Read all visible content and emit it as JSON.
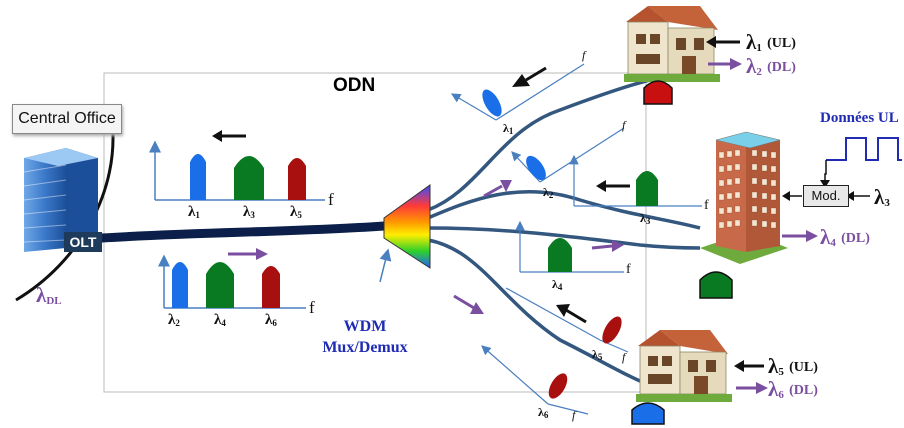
{
  "central_office": {
    "label": "Central Office",
    "olt_label": "OLT",
    "dl_lambda": "λ",
    "dl_sub": "DL"
  },
  "odn": {
    "label": "ODN"
  },
  "wdm": {
    "line1": "WDM",
    "line2": "Mux/Demux"
  },
  "axis_f": "f",
  "lambda": "λ",
  "feeder_up": {
    "subs": [
      "1",
      "3",
      "5"
    ]
  },
  "feeder_down": {
    "subs": [
      "2",
      "4",
      "6"
    ]
  },
  "branch_labels": {
    "l1": "1",
    "l2": "2",
    "l3": "3",
    "l4": "4",
    "l5": "5",
    "l6": "6"
  },
  "home1": {
    "up": {
      "sub": "1",
      "tag": "(UL)"
    },
    "down": {
      "sub": "2",
      "tag": "(DL)"
    }
  },
  "building": {
    "donnees": "Données UL",
    "mod": "Mod.",
    "up_sub": "3",
    "down": {
      "sub": "4",
      "tag": "(DL)"
    }
  },
  "home2": {
    "up": {
      "sub": "5",
      "tag": "(UL)"
    },
    "down": {
      "sub": "6",
      "tag": "(DL)"
    }
  },
  "colors": {
    "blue": "#1a6fe8",
    "green": "#0a7a22",
    "red": "#a81010",
    "fiber": "#34577f",
    "feeder": "#0b1f4a",
    "purple": "#7b4fa0",
    "axis": "#4a7fc0"
  }
}
